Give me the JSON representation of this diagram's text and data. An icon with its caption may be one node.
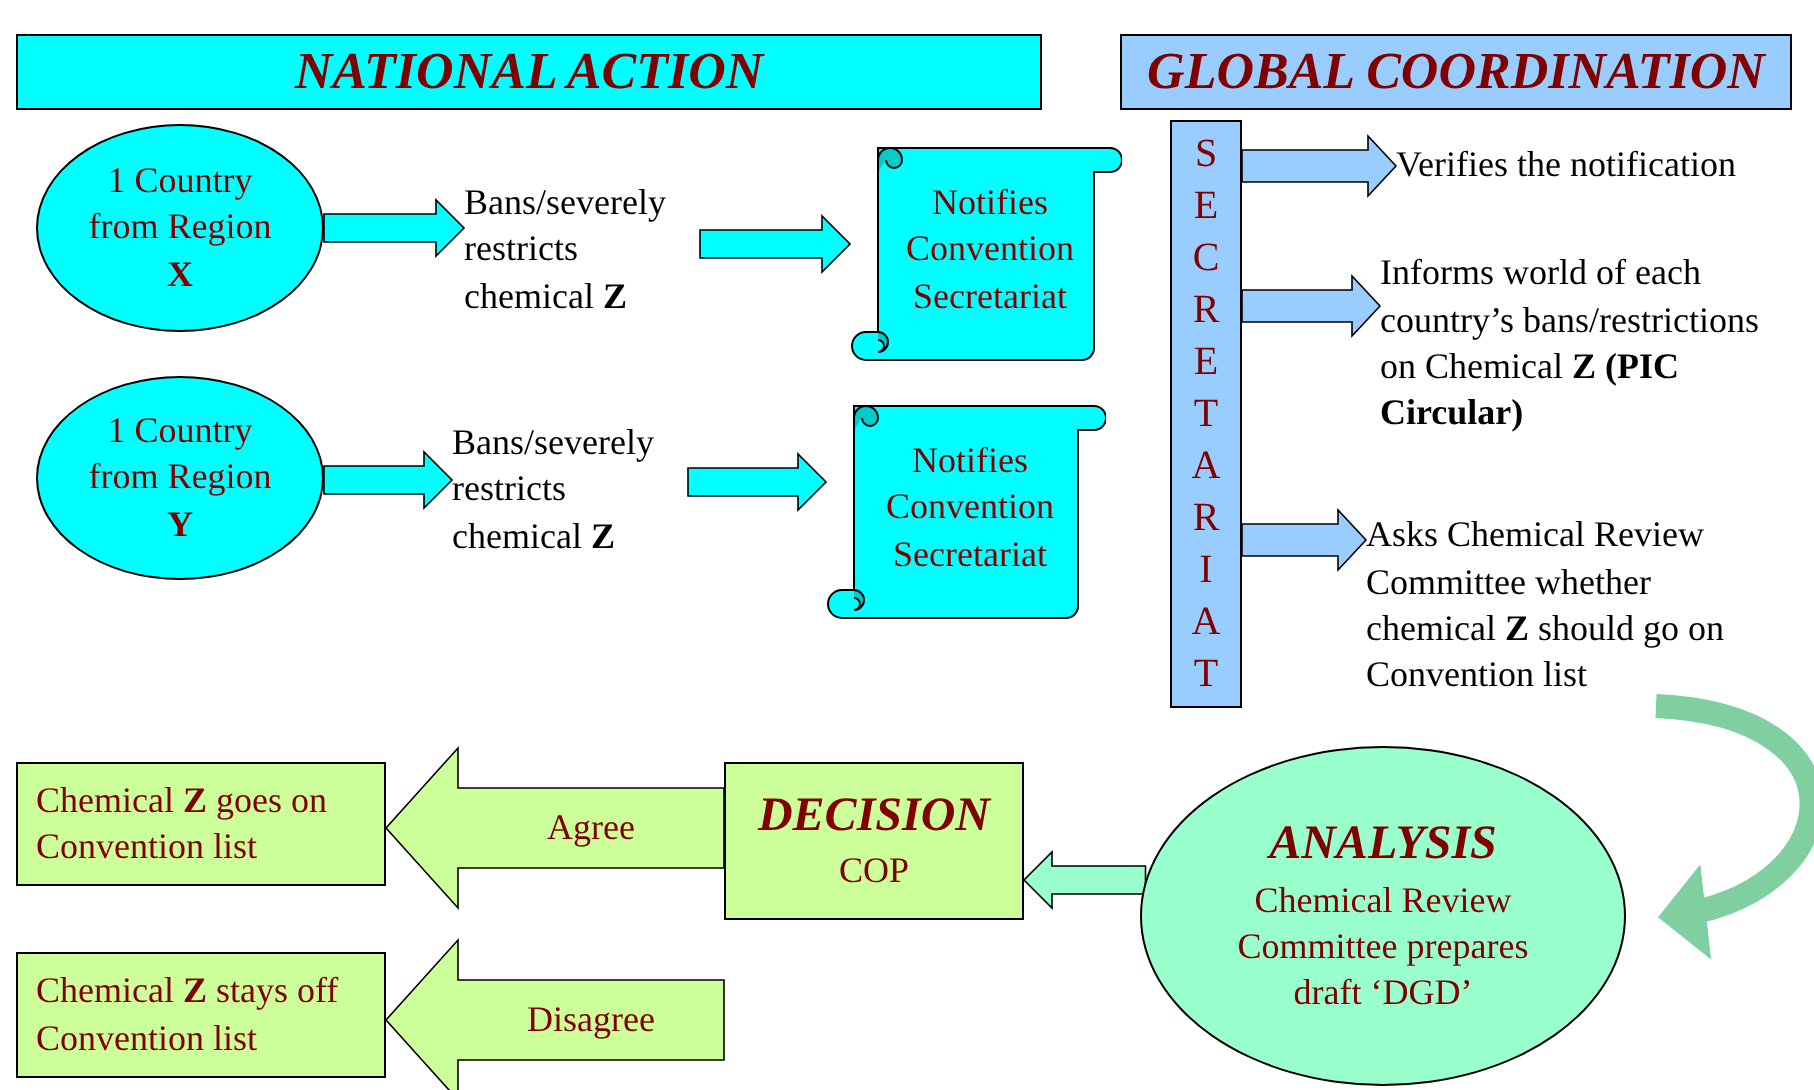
{
  "diagram": {
    "nodes": [
      {
        "text": [
          "NATIONAL ACTION"
        ]
      },
      {
        "text": [
          "GLOBAL COORDINATION"
        ]
      },
      {
        "text": [
          "1 Country from Region **X**"
        ]
      },
      {
        "text": [
          "Bans/severely restricts chemical **Z**"
        ]
      },
      {
        "text": [
          "Notifies Convention Secretariat"
        ]
      },
      {
        "text": [
          "1 Country from Region **Y**"
        ]
      },
      {
        "text": [
          "Bans/severely restricts chemical **Z**"
        ]
      },
      {
        "text": [
          "Notifies Convention Secretariat"
        ]
      },
      {
        "text": [
          "SECRETARIAT"
        ]
      },
      {
        "text": [
          "Verifies the notification"
        ]
      },
      {
        "text": [
          "Informs world of each country’s bans/restrictions on Chemical **Z** **(PIC Circular)**"
        ]
      },
      {
        "text": [
          "Asks Chemical Review Committee whether chemical **Z** should go on Convention list"
        ]
      },
      {
        "text": [
          "ANALYSIS",
          "Chemical Review Committee prepares draft ‘DGD’"
        ]
      },
      {
        "text": [
          "DECISION",
          "COP"
        ]
      },
      {
        "text": [
          "Chemical **Z** goes on Convention list"
        ]
      },
      {
        "text": [
          "Chemical **Z** stays off Convention list"
        ]
      }
    ],
    "edges": [
      {
        "from": 2,
        "to": 3,
        "arrow": "to"
      },
      {
        "from": 3,
        "to": 4,
        "arrow": "to"
      },
      {
        "from": 5,
        "to": 6,
        "arrow": "to"
      },
      {
        "from": 6,
        "to": 7,
        "arrow": "to"
      },
      {
        "from": 8,
        "to": 9,
        "arrow": "to",
        "color": "#99ccff"
      },
      {
        "from": 8,
        "to": 10,
        "arrow": "to",
        "color": "#99ccff"
      },
      {
        "from": 8,
        "to": 11,
        "arrow": "to",
        "color": "#99ccff"
      },
      {
        "from": 11,
        "to": 12,
        "arrow": "to",
        "color": "#7fcfa0"
      },
      {
        "from": 12,
        "to": 13,
        "arrow": "to",
        "color": "#99ffcc"
      },
      {
        "from": 13,
        "to": 14,
        "arrow": "to",
        "label": "Agree",
        "color": "#ccff99"
      },
      {
        "from": 13,
        "to": 15,
        "arrow": "to",
        "label": "Disagree",
        "color": "#ccff99"
      }
    ]
  }
}
